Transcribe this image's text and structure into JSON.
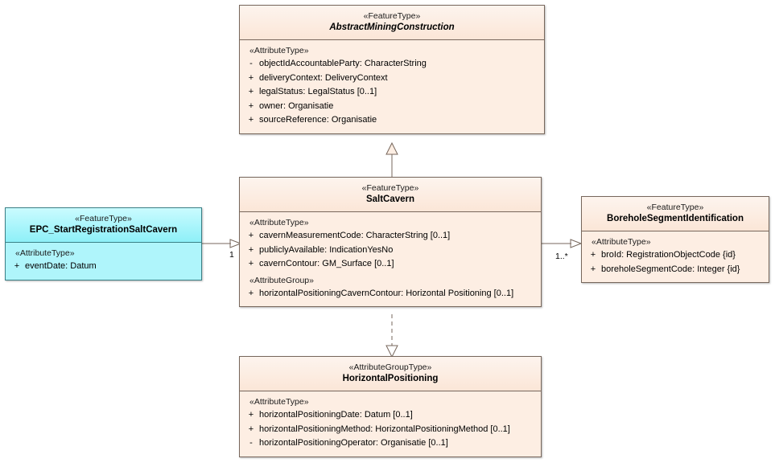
{
  "diagram": {
    "title": "SaltCavern UML class diagram",
    "colors": {
      "feature_fill": "#fdeee3",
      "feature_border": "#77675c",
      "external_fill": "#aff5fb",
      "external_border": "#3a7f86"
    },
    "classes": [
      {
        "id": "abstractMiningConstruction",
        "stereotype": "«FeatureType»",
        "name": "AbstractMiningConstruction",
        "italic": true,
        "compartments": [
          {
            "label": "«AttributeType»",
            "attributes": [
              {
                "vis": "-",
                "text": "objectIdAccountableParty: CharacterString"
              },
              {
                "vis": "+",
                "text": "deliveryContext: DeliveryContext"
              },
              {
                "vis": "+",
                "text": "legalStatus: LegalStatus [0..1]"
              },
              {
                "vis": "+",
                "text": "owner: Organisatie"
              },
              {
                "vis": "+",
                "text": "sourceReference: Organisatie"
              }
            ]
          }
        ]
      },
      {
        "id": "saltCavern",
        "stereotype": "«FeatureType»",
        "name": "SaltCavern",
        "italic": false,
        "compartments": [
          {
            "label": "«AttributeType»",
            "attributes": [
              {
                "vis": "+",
                "text": "cavernMeasurementCode: CharacterString [0..1]"
              },
              {
                "vis": "+",
                "text": "publiclyAvailable: IndicationYesNo"
              },
              {
                "vis": "+",
                "text": "cavernContour: GM_Surface [0..1]"
              }
            ]
          },
          {
            "label": "«AttributeGroup»",
            "attributes": [
              {
                "vis": "+",
                "text": "horizontalPositioningCavernContour: Horizontal Positioning [0..1]"
              }
            ]
          }
        ]
      },
      {
        "id": "epcStartRegistrationSaltCavern",
        "stereotype": "«FeatureType»",
        "name": "EPC_StartRegistrationSaltCavern",
        "italic": false,
        "compartments": [
          {
            "label": "«AttributeType»",
            "attributes": [
              {
                "vis": "+",
                "text": "eventDate: Datum"
              }
            ]
          }
        ]
      },
      {
        "id": "boreholeSegmentIdentification",
        "stereotype": "«FeatureType»",
        "name": "BoreholeSegmentIdentification",
        "italic": false,
        "compartments": [
          {
            "label": "«AttributeType»",
            "attributes": [
              {
                "vis": "+",
                "text": "broId: RegistrationObjectCode {id}"
              },
              {
                "vis": "+",
                "text": "boreholeSegmentCode: Integer {id}"
              }
            ]
          }
        ]
      },
      {
        "id": "horizontalPositioning",
        "stereotype": "«AttributeGroupType»",
        "name": "HorizontalPositioning",
        "italic": false,
        "compartments": [
          {
            "label": "«AttributeType»",
            "attributes": [
              {
                "vis": "+",
                "text": "horizontalPositioningDate: Datum [0..1]"
              },
              {
                "vis": "+",
                "text": "horizontalPositioningMethod: HorizontalPositioningMethod [0..1]"
              },
              {
                "vis": "-",
                "text": "horizontalPositioningOperator: Organisatie [0..1]"
              }
            ]
          }
        ]
      }
    ],
    "edge_labels": {
      "epc_multiplicity": "1",
      "borehole_multiplicity": "1..*"
    }
  }
}
